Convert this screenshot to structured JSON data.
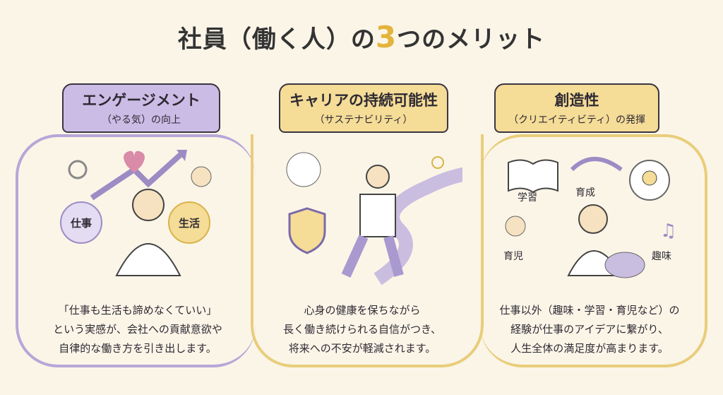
{
  "title": {
    "prefix": "社員（働く人）の",
    "number": "3",
    "suffix": "つのメリット"
  },
  "sections": [
    {
      "heading": "エンゲージメント",
      "subheading": "（やる気）の向上",
      "bubbles": [
        "仕事",
        "生活"
      ],
      "description": [
        "「仕事も生活も諦めなくていい」",
        "という実感が、会社への貢献意欲や",
        "自律的な働き方を引き出します。"
      ]
    },
    {
      "heading": "キャリアの持続可能性",
      "subheading": "（サステナビリティ）",
      "description": [
        "心身の健康を保ちながら",
        "長く働き続けられる自信がつき、",
        "将来への不安が軽減されます。"
      ]
    },
    {
      "heading": "創造性",
      "subheading": "（クリエイティビティ）の発揮",
      "labels": [
        "学習",
        "育成",
        "育児",
        "趣味"
      ],
      "description": [
        "仕事以外（趣味・学習・育児など）の",
        "経験が仕事のアイデアに繋がり、",
        "人生全体の満足度が高まります。"
      ]
    }
  ],
  "colors": {
    "lavender": "#cbbce6",
    "yellow": "#f5dc97",
    "background": "#fbf5e8"
  }
}
